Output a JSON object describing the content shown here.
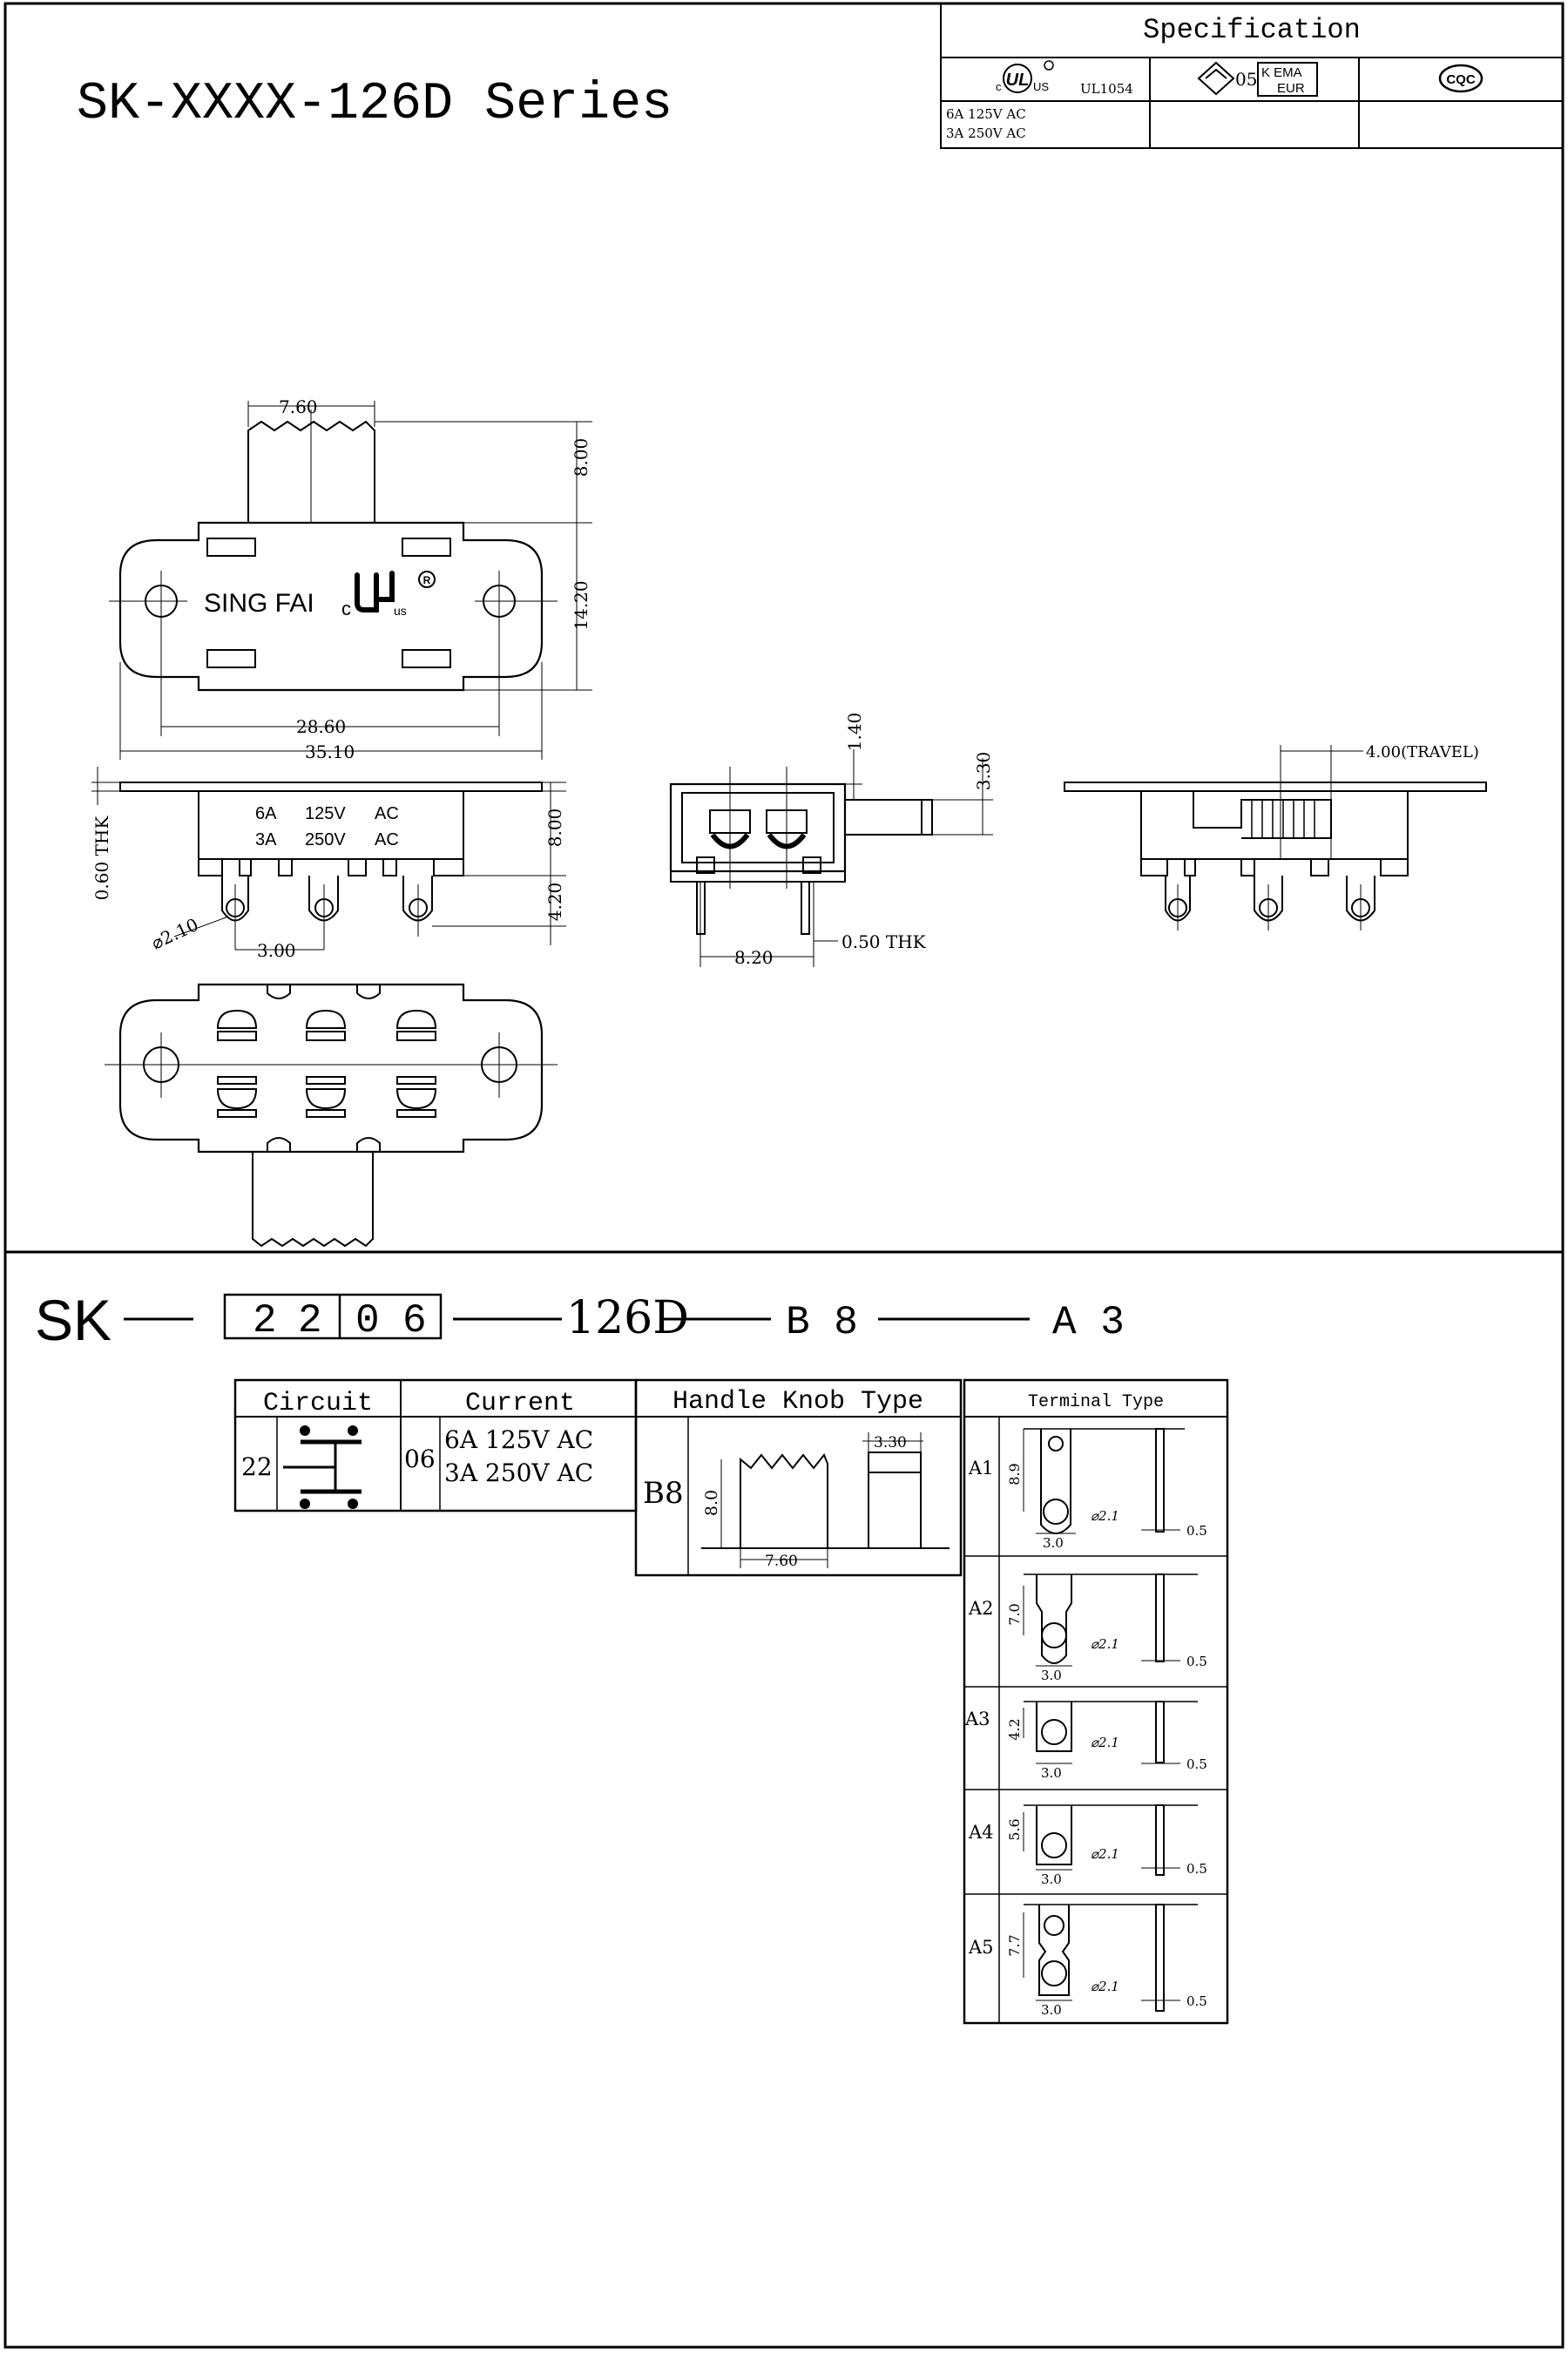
{
  "title": "SK-XXXX-126D Series",
  "spec": {
    "header": "Specification",
    "ul_standard": "UL1054",
    "rating_line1": "6A 125V AC",
    "rating_line2": "3A 250V AC",
    "cert_marks": [
      "c UL us",
      "05",
      "KEMA KEUR",
      "CQC"
    ]
  },
  "body_marking": {
    "brand": "SING FAI",
    "cert_c": "c",
    "cert_us": "us",
    "rating_a1": "6A",
    "rating_v1": "125V",
    "rating_t1": "AC",
    "rating_a2": "3A",
    "rating_v2": "250V",
    "rating_t2": "AC"
  },
  "dims": {
    "knob_width": "7.60",
    "knob_height": "8.00",
    "body_height": "14.20",
    "hole_pitch": "28.60",
    "overall_length": "35.10",
    "plate_thk": "0.60 THK",
    "side_height": "8.00",
    "terminal_len": "4.20",
    "terminal_hole": "⌀2.10",
    "terminal_pitch": "3.00",
    "top_offset": "1.40",
    "knob_thk": "3.30",
    "pin_thk": "0.50 THK",
    "terminal_span": "8.20",
    "travel": "4.00(TRAVEL)"
  },
  "order_code": {
    "prefix": "SK",
    "digits": [
      "2",
      "2",
      "0",
      "6"
    ],
    "series": "126D",
    "knob": "B 8",
    "terminal": "A 3"
  },
  "circuit_table": {
    "headers": [
      "Circuit",
      "Current"
    ],
    "circuit_code": "22",
    "current_code": "06",
    "current_line1": "6A 125V AC",
    "current_line2": "3A 250V AC"
  },
  "knob_table": {
    "header": "Handle Knob Type",
    "code": "B8",
    "dim_h": "8.0",
    "dim_w": "7.60",
    "dim_t": "3.30"
  },
  "terminal_table": {
    "header": "Terminal Type",
    "rows": [
      {
        "code": "A1",
        "len": "8.9",
        "hole": "⌀2.1",
        "pitch": "3.0",
        "thk": "0.5"
      },
      {
        "code": "A2",
        "len": "7.0",
        "hole": "⌀2.1",
        "pitch": "3.0",
        "thk": "0.5"
      },
      {
        "code": "A3",
        "len": "4.2",
        "hole": "⌀2.1",
        "pitch": "3.0",
        "thk": "0.5"
      },
      {
        "code": "A4",
        "len": "5.6",
        "hole": "⌀2.1",
        "pitch": "3.0",
        "thk": "0.5"
      },
      {
        "code": "A5",
        "len": "7.7",
        "hole": "⌀2.1",
        "pitch": "3.0",
        "thk": "0.5"
      }
    ]
  }
}
